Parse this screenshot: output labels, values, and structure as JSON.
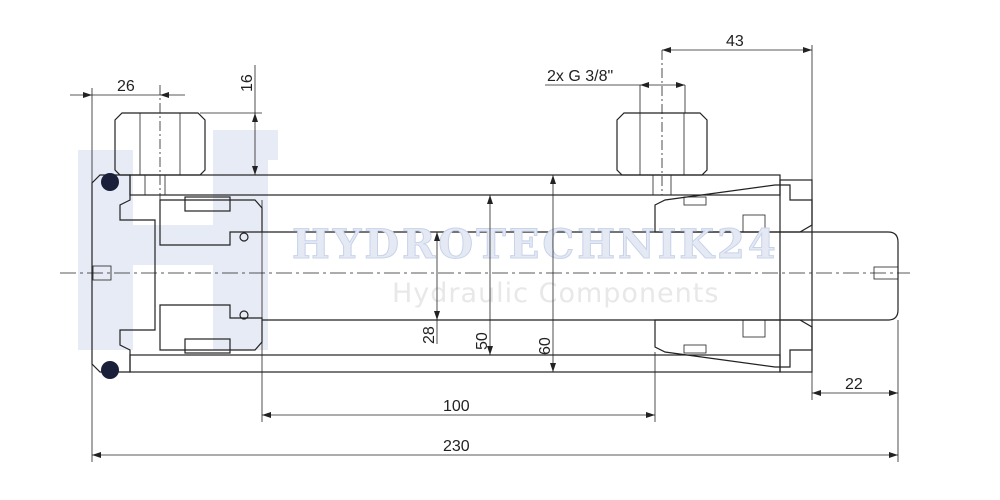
{
  "watermark": {
    "brand": "HYDROTECHNIK24",
    "subtitle": "Hydraulic Components"
  },
  "dimensions": {
    "port_offset_left": "26",
    "port_height": "16",
    "port_offset_right": "43",
    "port_thread": "2x G 3/8\"",
    "rod_extension": "22",
    "stroke": "100",
    "overall_length": "230",
    "rod_diameter": "28",
    "bore_diameter": "50",
    "outer_diameter": "60"
  },
  "colors": {
    "line": "#222222",
    "watermark_blue": "#c8d3ea",
    "seal": "#1a1f3a"
  }
}
